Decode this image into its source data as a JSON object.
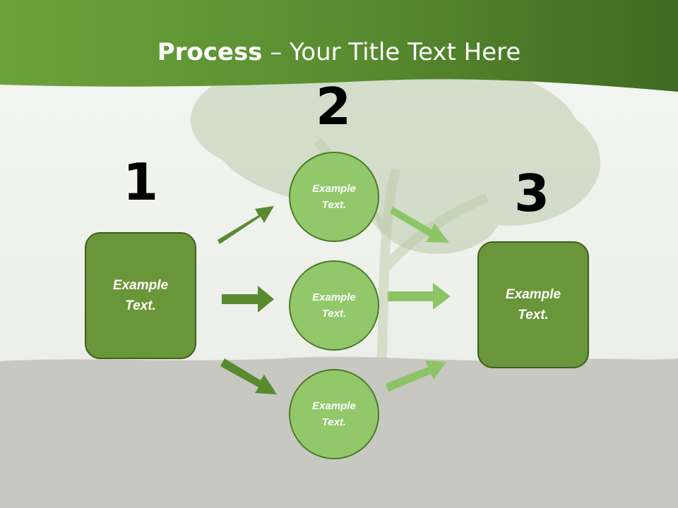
{
  "title": {
    "bold": "Process",
    "rest": " – Your Title Text Here"
  },
  "numbers": {
    "step1": "1",
    "step2": "2",
    "step3": "3"
  },
  "left_box": {
    "line1": "Example",
    "line2": "Text."
  },
  "circles": [
    {
      "line1": "Example",
      "line2": "Text."
    },
    {
      "line1": "Example",
      "line2": "Text."
    },
    {
      "line1": "Example",
      "line2": "Text."
    }
  ],
  "right_box": {
    "line1": "Example",
    "line2": "Text."
  },
  "colors": {
    "header_green": "#4f7d28",
    "box_fill": "#6a963a",
    "circle_fill": "#92c86a",
    "dark_arrow": "#5a8a30",
    "light_arrow": "#8cc466"
  }
}
